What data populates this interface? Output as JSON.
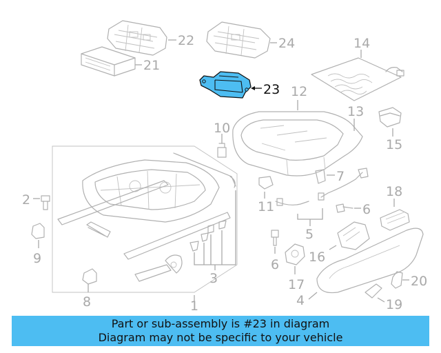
{
  "diagram": {
    "callouts": [
      "22",
      "21",
      "24",
      "14",
      "23",
      "12",
      "13",
      "10",
      "15",
      "2",
      "7",
      "18",
      "11",
      "6",
      "5",
      "9",
      "16",
      "6",
      "3",
      "8",
      "17",
      "4",
      "20",
      "19",
      "1"
    ],
    "highlight_color": "#4dbdf2",
    "highlighted_part": "23"
  },
  "banner": {
    "line1": "Part or sub-assembly is #23 in diagram",
    "line2": "Diagram may not be specific to your vehicle"
  }
}
